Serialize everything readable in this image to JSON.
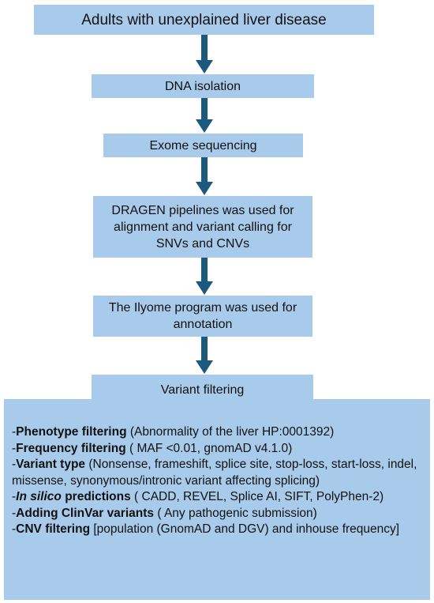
{
  "flow": {
    "step1": "Adults with unexplained liver disease",
    "step2": "DNA isolation",
    "step3": "Exome sequencing",
    "step4": "DRAGEN pipelines was used for alignment and variant calling for SNVs and CNVs",
    "step5": "The Ilyome program was used for annotation",
    "step6": "Variant filtering"
  },
  "filters": [
    {
      "dash": "-",
      "label": "Phenotype filtering",
      "detail": " (Abnormality of the liver HP:0001392)"
    },
    {
      "dash": "-",
      "label": "Frequency filtering",
      "detail": " ( MAF <0.01, gnomAD v4.1.0)"
    },
    {
      "dash": "-",
      "label": "Variant type",
      "detail": " (Nonsense, frameshift, splice site, stop-loss, start-loss, indel, missense, synonymous/intronic variant affecting splicing)"
    },
    {
      "dash": "-",
      "label_italic": "In silico",
      "label": " predictions",
      "detail": " ( CADD, REVEL, Splice AI, SIFT, PolyPhen-2)"
    },
    {
      "dash": "-",
      "label": "Adding ClinVar variants",
      "detail": " ( Any pathogenic submission)"
    },
    {
      "dash": "-",
      "label": "CNV filtering",
      "detail": " [population (GnomAD and DGV) and inhouse frequency]"
    }
  ],
  "colors": {
    "box": "#a8cbec",
    "arrow": "#1b5a7c"
  }
}
